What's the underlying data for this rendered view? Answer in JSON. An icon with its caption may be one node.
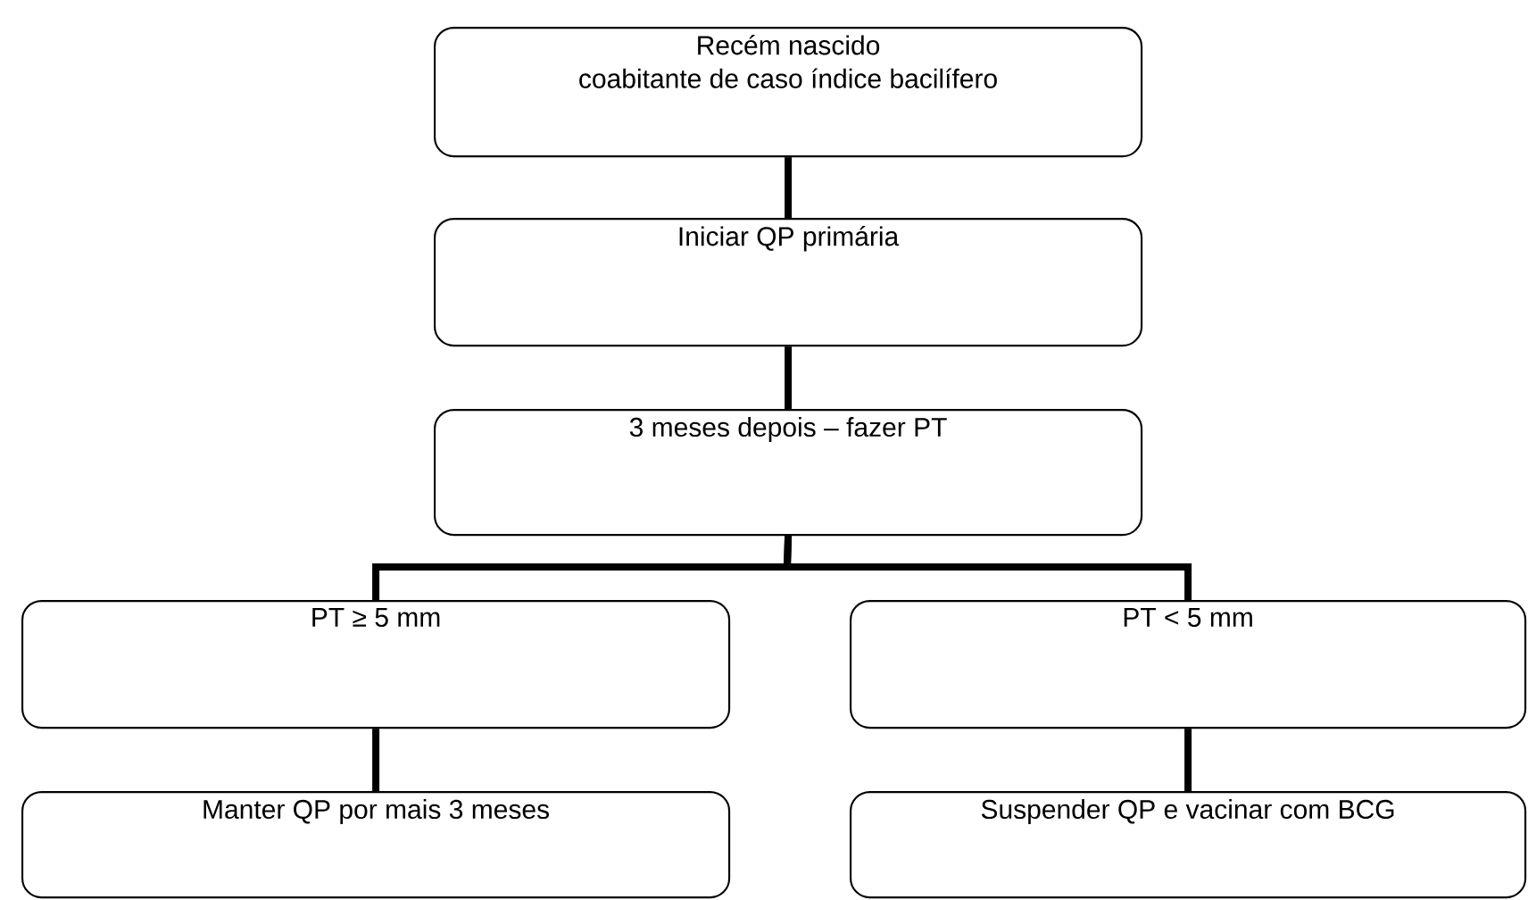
{
  "diagram": {
    "nodes": [
      {
        "text": [
          "Recém nascido",
          "coabitante de caso índice bacilífero"
        ]
      },
      {
        "text": [
          "Iniciar QP primária"
        ]
      },
      {
        "text": [
          "3 meses depois – fazer PT"
        ]
      },
      {
        "text": [
          "PT ≥ 5 mm"
        ]
      },
      {
        "text": [
          "PT < 5 mm"
        ]
      },
      {
        "text": [
          "Manter QP por mais 3 meses"
        ]
      },
      {
        "text": [
          "Suspender QP e vacinar com BCG"
        ]
      }
    ],
    "edges": [
      {
        "from": 0,
        "to": 1,
        "arrow": "none"
      },
      {
        "from": 1,
        "to": 2,
        "arrow": "none"
      },
      {
        "from": 2,
        "to": 3,
        "arrow": "none"
      },
      {
        "from": 2,
        "to": 4,
        "arrow": "none"
      },
      {
        "from": 3,
        "to": 5,
        "arrow": "none"
      },
      {
        "from": 4,
        "to": 6,
        "arrow": "none"
      }
    ]
  }
}
